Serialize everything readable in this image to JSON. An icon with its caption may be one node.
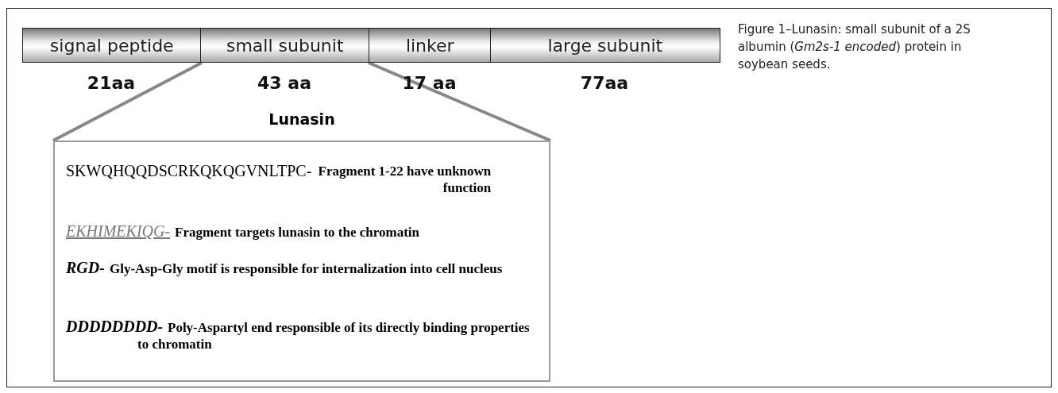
{
  "diagram": {
    "caption": "Figure 1–Lunasin: small subunit of a 2S albumin (*Gm2s-1 encoded*) protein in soybean seeds.",
    "nodes": [
      {
        "text": [
          "signal peptide"
        ],
        "beside": [
          "21aa"
        ]
      },
      {
        "text": [
          "small subunit"
        ],
        "beside": [
          "43 aa"
        ]
      },
      {
        "text": [
          "linker"
        ],
        "beside": [
          "17 aa"
        ]
      },
      {
        "text": [
          "large subunit"
        ],
        "beside": [
          "77aa"
        ]
      },
      {
        "text": [
          "Lunasin",
          "SKWQHQQDSCRKQKQGVNLTPC-",
          "Fragment 1-22 have unknown function",
          "EKHIMEKIQG-",
          "Fragment targets lunasin to the chromatin",
          "RGD-",
          "Gly-Asp-Gly motif is responsible for internalization into cell nucleus",
          "DDDDDDDD-",
          "Poly-Aspartyl end responsible of its directly binding properties to chromatin"
        ]
      }
    ],
    "edges": [
      {
        "from": 1,
        "to": 4,
        "arrow": "none"
      },
      {
        "from": 1,
        "to": 4,
        "arrow": "none"
      }
    ]
  }
}
